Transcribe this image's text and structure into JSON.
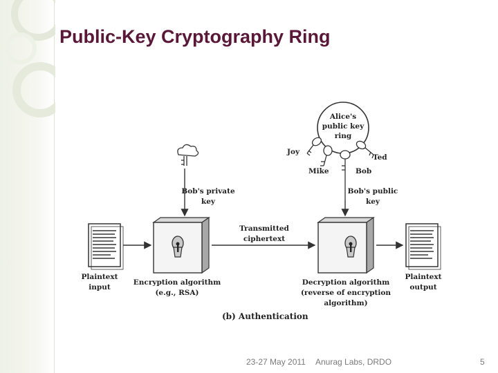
{
  "slide": {
    "title": "Public-Key Cryptography Ring"
  },
  "diagram": {
    "ring_label": [
      "Alice's",
      "public key",
      "ring"
    ],
    "key_owners": {
      "joy": "Joy",
      "mike": "Mike",
      "bob": "Bob",
      "ted": "Ted"
    },
    "private_key_label": [
      "Bob's private",
      "key"
    ],
    "public_key_label": [
      "Bob's public",
      "key"
    ],
    "transmitted_label": [
      "Transmitted",
      "ciphertext"
    ],
    "plaintext_input_label": [
      "Plaintext",
      "input"
    ],
    "plaintext_output_label": [
      "Plaintext",
      "output"
    ],
    "encryption_label": [
      "Encryption algorithm",
      "(e.g., RSA)"
    ],
    "decryption_label": [
      "Decryption algorithm",
      "(reverse of encryption",
      "algorithm)"
    ],
    "caption": "(b) Authentication"
  },
  "footer": {
    "date": "23-27 May 2011",
    "org": "Anurag Labs, DRDO",
    "page": "5"
  }
}
